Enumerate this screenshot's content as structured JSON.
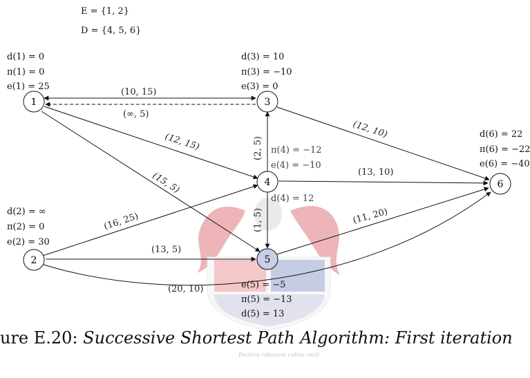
{
  "sets": {
    "E": "E = {1, 2}",
    "D": "D = {4, 5, 6}"
  },
  "nodes": {
    "n1": {
      "label": "1",
      "d": "d(1) = 0",
      "pi": "π(1) = 0",
      "e": "e(1) = 25"
    },
    "n2": {
      "label": "2",
      "d": "d(2) = ∞",
      "pi": "π(2) = 0",
      "e": "e(2) = 30"
    },
    "n3": {
      "label": "3",
      "d": "d(3) = 10",
      "pi": "π(3) = −10",
      "e": "e(3) = 0"
    },
    "n4": {
      "label": "4",
      "pi": "π(4) = −12",
      "e": "e(4) = −10",
      "d": "d(4) = 12"
    },
    "n5": {
      "label": "5",
      "e": "e(5) = −5",
      "pi": "π(5) = −13",
      "d": "d(5) = 13"
    },
    "n6": {
      "label": "6",
      "d": "d(6) = 22",
      "pi": "π(6) = −22",
      "e": "e(6) = −40"
    }
  },
  "edges": {
    "e13": "(10, 15)",
    "e31": "(∞, 5)",
    "e14": "(12, 15)",
    "e15": "(15, 5)",
    "e36": "(12, 10)",
    "e43": "(2, 5)",
    "e46": "(13, 10)",
    "e45": "(1, 5)",
    "e24": "(16, 25)",
    "e25": "(13, 5)",
    "e56": "(11, 20)",
    "e26": "(20, 10)"
  },
  "caption": {
    "number": "ure E.20:",
    "text": " Successive Shortest Path Algorithm: First iteration"
  },
  "watermark": {
    "motto": "Pectora roborant cultus recti"
  },
  "colors": {
    "node_highlight": "#c9cfe6",
    "watermark_red": "#c7262b",
    "watermark_blue": "#2a3d8f"
  }
}
